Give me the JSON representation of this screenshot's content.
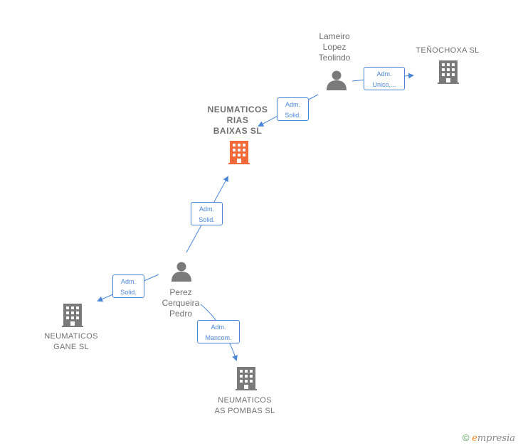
{
  "nodes": {
    "lameiro": {
      "label": "Lameiro\nLopez\nTeolindo",
      "kind": "person"
    },
    "tenochoxa": {
      "label": "TEÑOCHOXA SL",
      "kind": "company"
    },
    "rias": {
      "label": "NEUMATICOS\nRIAS\nBAIXAS  SL",
      "kind": "main-company"
    },
    "perez": {
      "label": "Perez\nCerqueira\nPedro",
      "kind": "person"
    },
    "gane": {
      "label": "NEUMATICOS\nGANE  SL",
      "kind": "company"
    },
    "pombas": {
      "label": "NEUMATICOS\nAS POMBAS SL",
      "kind": "company"
    }
  },
  "edges": {
    "lameiro_tenochoxa": "Adm.\nUnico,...",
    "lameiro_rias": "Adm.\nSolid.",
    "perez_rias": "Adm.\nSolid.",
    "perez_gane": "Adm.\nSolid.",
    "perez_pombas": "Adm.\nMancom."
  },
  "colors": {
    "edge": "#4a86d8",
    "node_gray": "#7a7a7a",
    "main_company": "#f26a3a"
  },
  "footer": {
    "copyright": "©",
    "brand_initial": "e",
    "brand_rest": "mpresia"
  }
}
